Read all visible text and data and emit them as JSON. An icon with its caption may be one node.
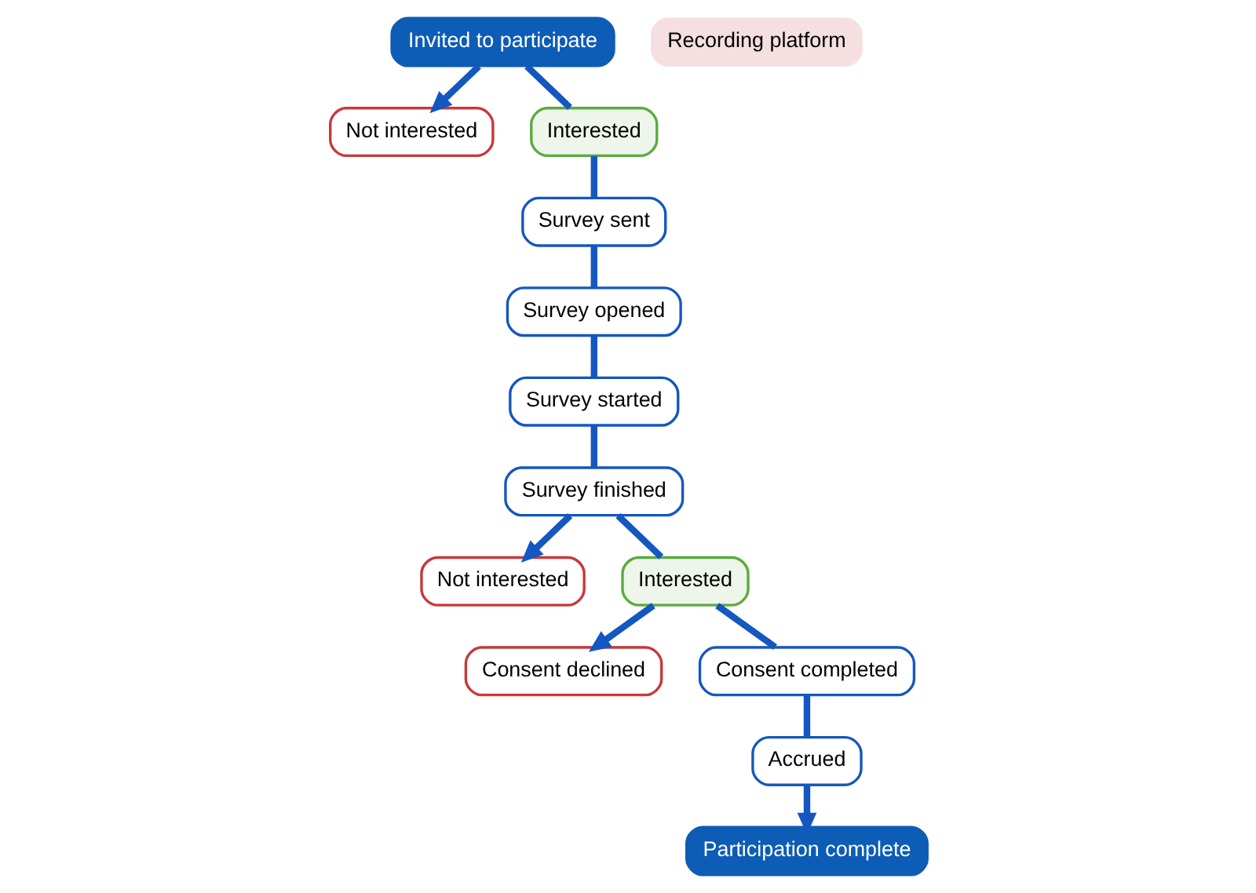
{
  "diagram": {
    "nodes": [
      {
        "text": [
          "Not interested"
        ]
      },
      {
        "text": [
          "Interested"
        ]
      },
      {
        "text": [
          "Survey sent"
        ]
      },
      {
        "text": [
          "Survey opened"
        ]
      },
      {
        "text": [
          "Survey started"
        ]
      },
      {
        "text": [
          "Survey finished"
        ]
      },
      {
        "text": [
          "Not interested"
        ]
      },
      {
        "text": [
          "Interested"
        ]
      },
      {
        "text": [
          "Consent declined"
        ]
      },
      {
        "text": [
          "Consent completed"
        ]
      },
      {
        "text": [
          "Accrued"
        ]
      },
      {
        "text": [
          "Participation complete"
        ]
      },
      {
        "text": [
          "Invited to participate"
        ]
      }
    ],
    "edges": [
      {
        "from": 12,
        "to": 0,
        "arrow": "to"
      },
      {
        "from": 12,
        "to": 1,
        "arrow": "none"
      },
      {
        "from": 1,
        "to": 2,
        "arrow": "none"
      },
      {
        "from": 2,
        "to": 3,
        "arrow": "none"
      },
      {
        "from": 3,
        "to": 4,
        "arrow": "none"
      },
      {
        "from": 4,
        "to": 5,
        "arrow": "none"
      },
      {
        "from": 5,
        "to": 6,
        "arrow": "to"
      },
      {
        "from": 5,
        "to": 7,
        "arrow": "none"
      },
      {
        "from": 7,
        "to": 8,
        "arrow": "to"
      },
      {
        "from": 7,
        "to": 9,
        "arrow": "none"
      },
      {
        "from": 9,
        "to": 10,
        "arrow": "none"
      },
      {
        "from": 10,
        "to": 11,
        "arrow": "to"
      }
    ],
    "legend": [
      {
        "text": "Recording platform",
        "color": "#f5dfe0"
      }
    ]
  }
}
